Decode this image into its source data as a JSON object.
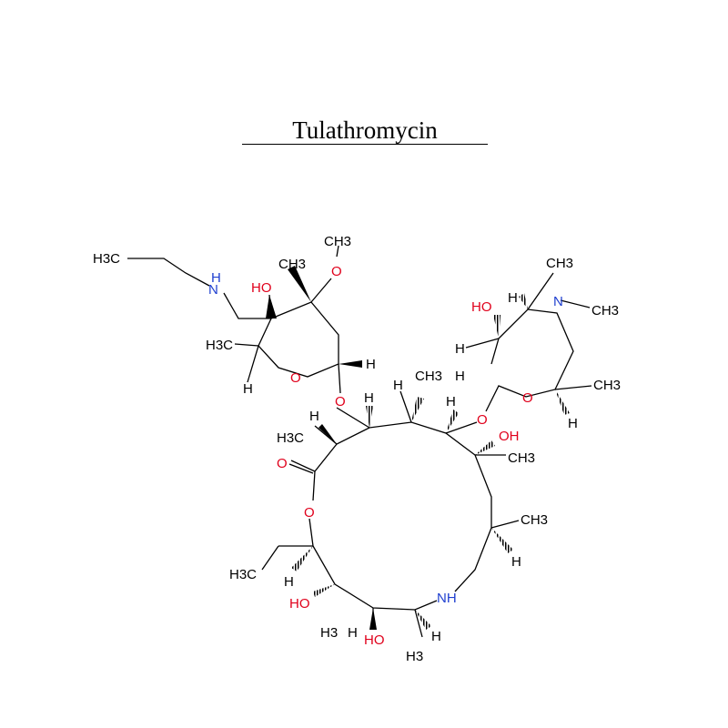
{
  "title": "Tulathromycin",
  "colors": {
    "background": "#ffffff",
    "bond": "#000000",
    "carbon_text": "#000000",
    "oxygen_text": "#e0001b",
    "nitrogen_text": "#2040d0"
  },
  "labels": {
    "propyl_h3c": "H3C",
    "amine_nh": "H",
    "amine_n": "N",
    "cladinose_ho": "HO",
    "cladinose_methyl": "CH3",
    "methoxy_o": "O",
    "methoxy_ch3": "CH3",
    "cladinose_h3c": "H3C",
    "cladinose_h_anomeric": "H",
    "cladinose_ring_o": "O",
    "cladinose_h_bottom": "H",
    "glycosidic_o_left": "O",
    "ring_h_c3": "H",
    "ring_h_c2": "H",
    "ring_h3c_c2": "H3C",
    "ring_h_c4": "H",
    "ring_ch3_c4": "CH3",
    "ring_h_c5": "H",
    "lactone_o_carbonyl": "O",
    "lactone_o_ring": "O",
    "glycosidic_o_right": "O",
    "ring_oh_c6": "OH",
    "ring_ch3_c6": "CH3",
    "desosamine_ho": "HO",
    "desosamine_h_c2": "H",
    "desosamine_h_c3": "H",
    "desosamine_n": "N",
    "desosamine_n_ch3_top": "CH3",
    "desosamine_n_ch3_right": "CH3",
    "desosamine_h_anomeric": "H",
    "desosamine_ring_o": "O",
    "desosamine_ch3": "CH3",
    "desosamine_h_c5": "H",
    "ring_ch3_c8": "CH3",
    "ring_h_c8": "H",
    "ring_nh": "NH",
    "ring_h3c_ethyl": "H3C",
    "ring_h_c13": "H",
    "ring_ho_c12": "HO",
    "ring_h3c_c12": "H3",
    "ring_h_c11": "H",
    "ring_ho_c11": "HO",
    "ring_h_c10": "H",
    "ring_ch3_c10": "H3"
  }
}
